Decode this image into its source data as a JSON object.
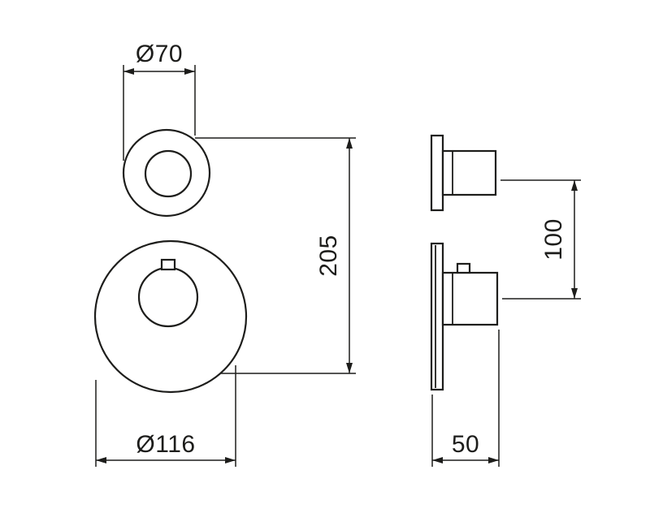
{
  "drawing": {
    "background": "#ffffff",
    "line_color": "#1d1d1b",
    "labels": {
      "knob_diameter": "Ø70",
      "escutcheon_diameter": "Ø116",
      "overall_height": "205",
      "center_distance": "100",
      "depth": "50"
    }
  }
}
